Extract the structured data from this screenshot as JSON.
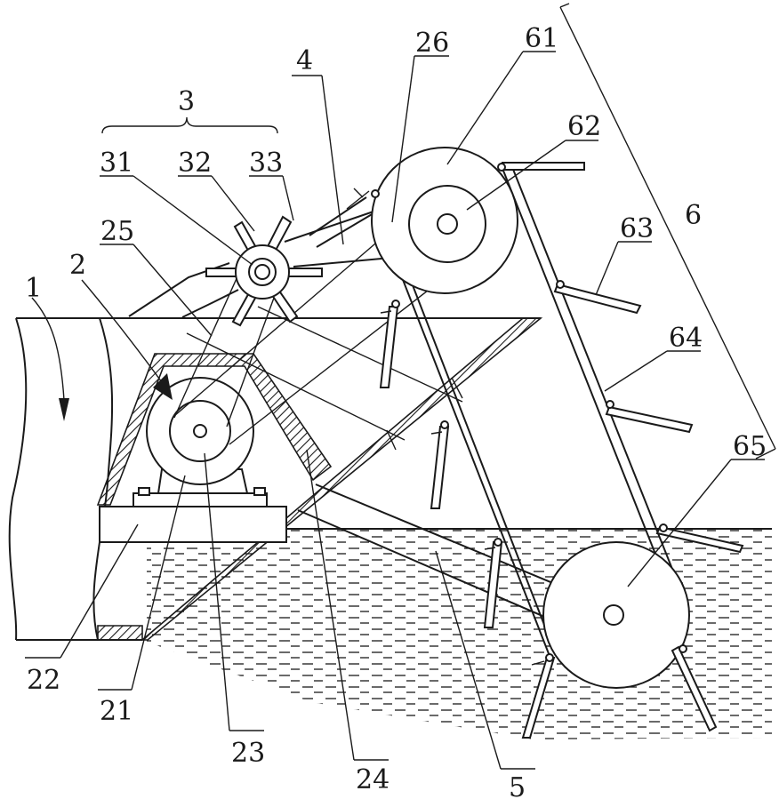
{
  "labels": {
    "l1": "1",
    "l2": "2",
    "l3": "3",
    "l4": "4",
    "l5": "5",
    "l6": "6",
    "l21": "21",
    "l22": "22",
    "l23": "23",
    "l24": "24",
    "l25": "25",
    "l26": "26",
    "l31": "31",
    "l32": "32",
    "l33": "33",
    "l61": "61",
    "l62": "62",
    "l63": "63",
    "l64": "64",
    "l65": "65"
  },
  "colors": {
    "line": "#1a1a1a",
    "background": "#ffffff"
  }
}
